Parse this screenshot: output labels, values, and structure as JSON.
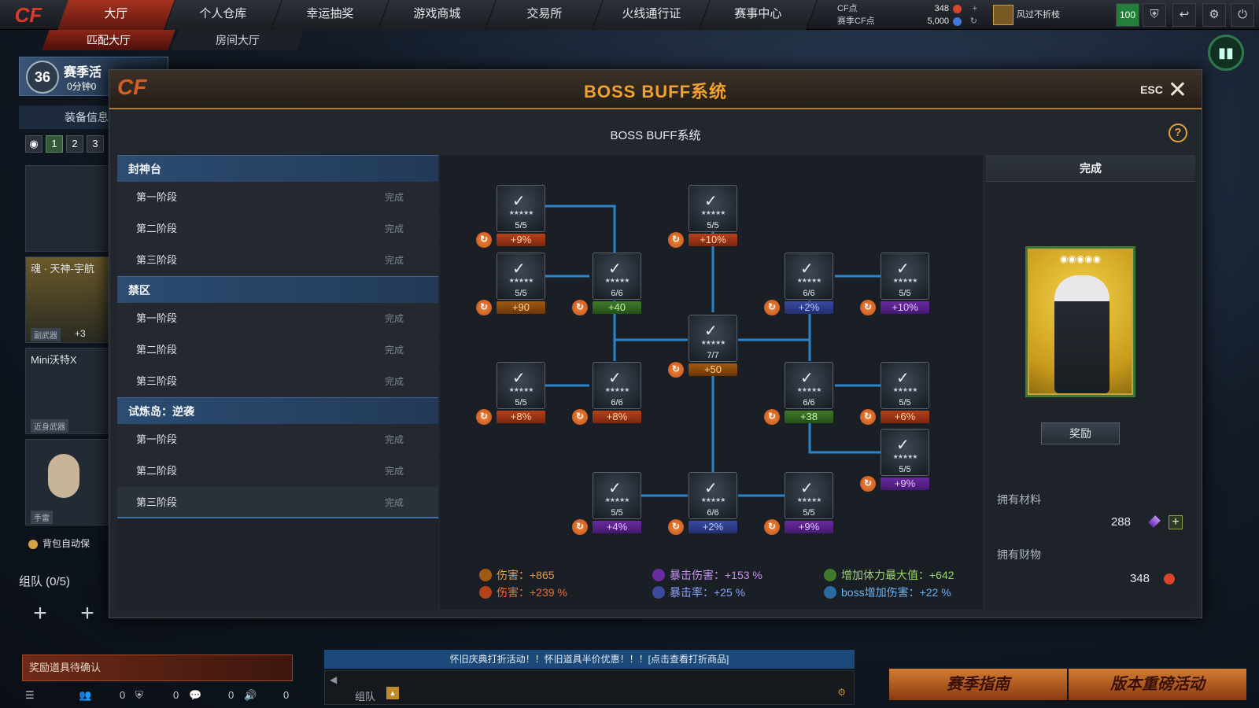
{
  "logo": "CF",
  "nav": {
    "tabs": [
      "大厅",
      "个人仓库",
      "幸运抽奖",
      "游戏商城",
      "交易所",
      "火线通行证",
      "赛事中心"
    ],
    "subtabs": [
      "匹配大厅",
      "房间大厅"
    ]
  },
  "currency": {
    "cf_label": "CF点",
    "cf_value": "348",
    "season_label": "赛季CF点",
    "season_value": "5,000"
  },
  "user": {
    "name": "风过不折枝",
    "level": "100"
  },
  "season": {
    "level": "36",
    "title": "赛季活",
    "sub": "0分钟0"
  },
  "equip_label": "装备信息",
  "slots": [
    "1",
    "2",
    "3"
  ],
  "weapons": [
    {
      "name": "魂 · 天神-宇航",
      "tag": "副武器",
      "extra": "+3"
    },
    {
      "name": "Mini沃特X",
      "tag": "近身武器"
    },
    {
      "name": "",
      "tag": "手雷"
    }
  ],
  "backpack_label": "背包自动保",
  "team_label": "组队 (0/5)",
  "reward_pending": "奖励道具待确认",
  "bottom_counts": [
    "0",
    "0",
    "0",
    "0"
  ],
  "marquee": "怀旧庆典打折活动！！怀旧道具半价优惠！！！[点击查看打折商品]",
  "chat_channel": "组队",
  "promos": [
    "赛季指南",
    "版本重磅活动"
  ],
  "modal": {
    "title": "BOSS BUFF系统",
    "subtitle": "BOSS BUFF系统",
    "esc": "ESC",
    "categories": [
      {
        "name": "封神台",
        "stages": [
          {
            "name": "第一阶段",
            "status": "完成"
          },
          {
            "name": "第二阶段",
            "status": "完成"
          },
          {
            "name": "第三阶段",
            "status": "完成"
          }
        ]
      },
      {
        "name": "禁区",
        "stages": [
          {
            "name": "第一阶段",
            "status": "完成"
          },
          {
            "name": "第二阶段",
            "status": "完成"
          },
          {
            "name": "第三阶段",
            "status": "完成"
          }
        ]
      },
      {
        "name": "试炼岛：逆袭",
        "stages": [
          {
            "name": "第一阶段",
            "status": "完成"
          },
          {
            "name": "第二阶段",
            "status": "完成"
          },
          {
            "name": "第三阶段",
            "status": "完成"
          }
        ]
      }
    ],
    "nodes": [
      {
        "level": "5/5",
        "buff": "+9%",
        "kind": "fire"
      },
      {
        "level": "5/5",
        "buff": "+10%",
        "kind": "fire"
      },
      {
        "level": "5/5",
        "buff": "+90",
        "kind": "sword"
      },
      {
        "level": "6/6",
        "buff": "+40",
        "kind": "green"
      },
      {
        "level": "6/6",
        "buff": "+2%",
        "kind": "blue"
      },
      {
        "level": "5/5",
        "buff": "+10%",
        "kind": "purple"
      },
      {
        "level": "7/7",
        "buff": "+50",
        "kind": "sword"
      },
      {
        "level": "5/5",
        "buff": "+8%",
        "kind": "fire"
      },
      {
        "level": "6/6",
        "buff": "+8%",
        "kind": "fire"
      },
      {
        "level": "6/6",
        "buff": "+38",
        "kind": "green"
      },
      {
        "level": "5/5",
        "buff": "+6%",
        "kind": "fire"
      },
      {
        "level": "5/5",
        "buff": "+9%",
        "kind": "purple"
      },
      {
        "level": "5/5",
        "buff": "+4%",
        "kind": "purple"
      },
      {
        "level": "6/6",
        "buff": "+2%",
        "kind": "blue"
      },
      {
        "level": "5/5",
        "buff": "+9%",
        "kind": "purple"
      }
    ],
    "stats": {
      "dmg_flat": "伤害：+865",
      "dmg_pct": "伤害：+239 %",
      "crit_dmg": "暴击伤害：+153 %",
      "crit_rate": "暴击率：+25 %",
      "max_hp": "增加体力最大值：+642",
      "boss_dmg": "boss增加伤害：+22 %"
    },
    "right": {
      "header": "完成",
      "reward_button": "奖励",
      "materials_label": "拥有材料",
      "materials_value": "288",
      "wealth_label": "拥有财物",
      "wealth_value": "348"
    }
  },
  "colors": {
    "accent": "#f1a12e",
    "link_line": "#2a8fe0",
    "tab_active": "#a5321f"
  }
}
